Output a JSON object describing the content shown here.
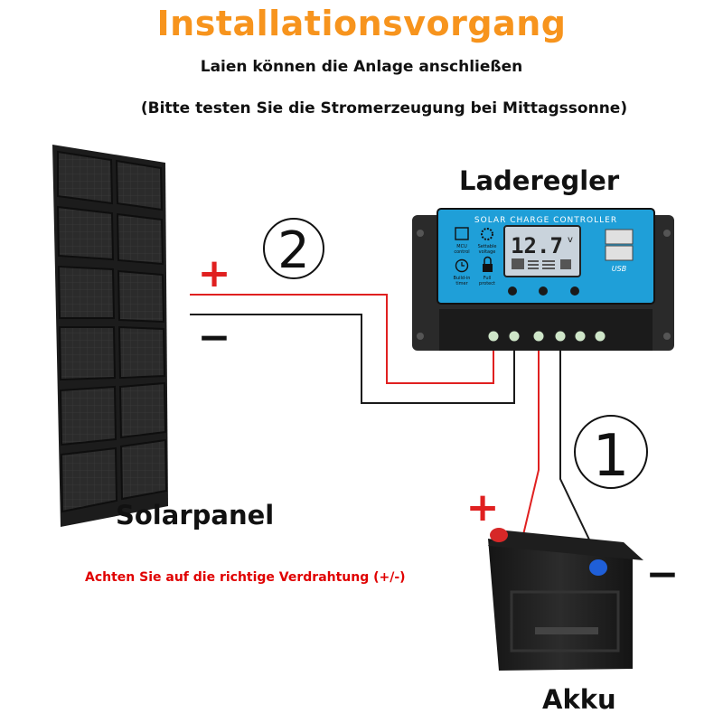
{
  "header": {
    "title": "Installationsvorgang",
    "subtitle": "Laien können die Anlage anschließen",
    "note": "(Bitte testen Sie die Stromerzeugung bei Mittagssonne)"
  },
  "labels": {
    "controller": "Laderegler",
    "panel": "Solarpanel",
    "battery": "Akku",
    "warning": "Achten Sie auf die richtige Verdrahtung (+/-)"
  },
  "steps": {
    "step_panel": "2",
    "step_battery": "1"
  },
  "polarity": {
    "plus": "+",
    "minus": "−"
  },
  "controller_screen": {
    "brand": "SOLAR CHARGE CONTROLLER",
    "display": "12.7",
    "unit": "v",
    "usb": "USB",
    "icons": [
      {
        "text": "MCU",
        "sub": "control"
      },
      {
        "text": "Settable",
        "sub": "voltage"
      },
      {
        "text": "Build-in",
        "sub": "timer"
      },
      {
        "text": "Full",
        "sub": "protect"
      }
    ]
  },
  "colors": {
    "title": "#f7941d",
    "positive_wire": "#e02020",
    "negative_wire": "#1a1a1a",
    "warning": "#e00000",
    "controller_face": "#1f9fd8",
    "battery_plus_terminal": "#d62828",
    "battery_minus_terminal": "#1f5fd8"
  }
}
